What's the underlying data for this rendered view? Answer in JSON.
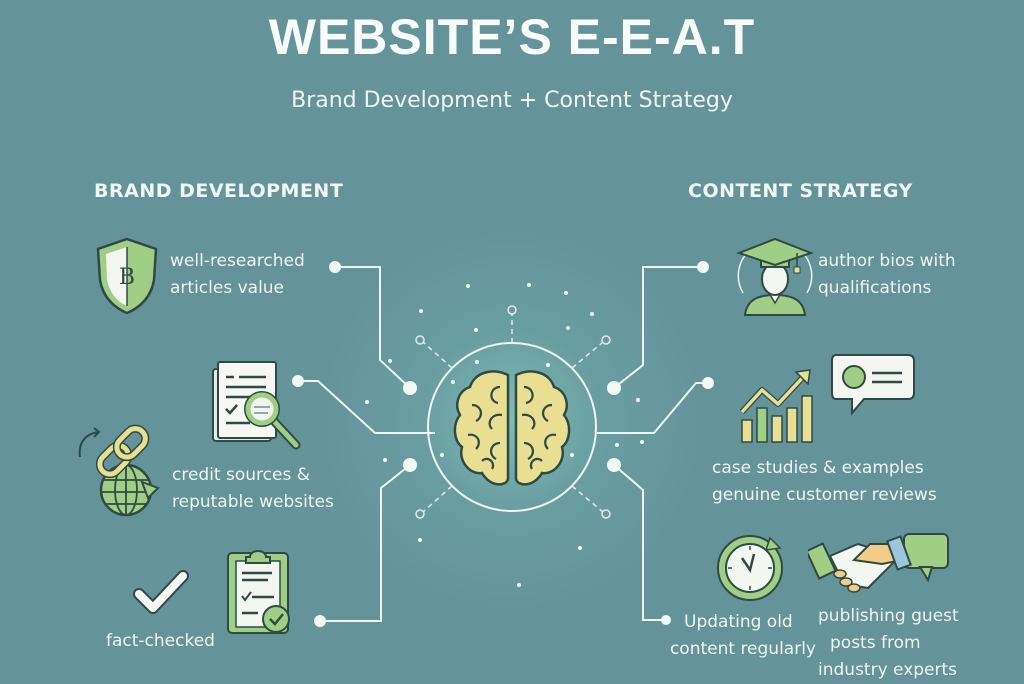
{
  "header": {
    "title": "WEBSITE’S E-E-A.T",
    "subtitle": "Brand Development + Content Strategy"
  },
  "left_section": {
    "heading": "BRAND DEVELOPMENT",
    "items": [
      {
        "icon": "shield-b-icon",
        "label_lines": [
          "well-researched",
          "articles value"
        ]
      },
      {
        "icon": "document-magnifier-icon",
        "label_lines": []
      },
      {
        "icon": "chain-link-globe-icon",
        "label_lines": [
          "credit sources &",
          "reputable websites"
        ]
      },
      {
        "icon": "clipboard-check-icon",
        "label_lines": []
      },
      {
        "icon": "checkmark-icon",
        "label_lines": [
          "fact-checked"
        ]
      }
    ]
  },
  "center": {
    "icon": "brain-icon"
  },
  "right_section": {
    "heading": "CONTENT STRATEGY",
    "items": [
      {
        "icon": "graduate-avatar-icon",
        "label_lines": [
          "author bios with",
          "qualifications"
        ]
      },
      {
        "icon": "growth-chart-icon",
        "label_lines": []
      },
      {
        "icon": "review-bubble-icon",
        "label_lines": [
          "case studies & examples",
          "genuine customer reviews"
        ]
      },
      {
        "icon": "clock-refresh-icon",
        "label_lines": [
          "Updating old",
          "content regularly"
        ]
      },
      {
        "icon": "handshake-icon",
        "label_lines": [
          "publishing guest",
          "posts from",
          "industry experts"
        ]
      }
    ]
  },
  "colors": {
    "background": "#64939a",
    "green": "#9fcf84",
    "yellow": "#e8df93",
    "white": "#f4f8f6",
    "outline": "#2f4a45"
  }
}
